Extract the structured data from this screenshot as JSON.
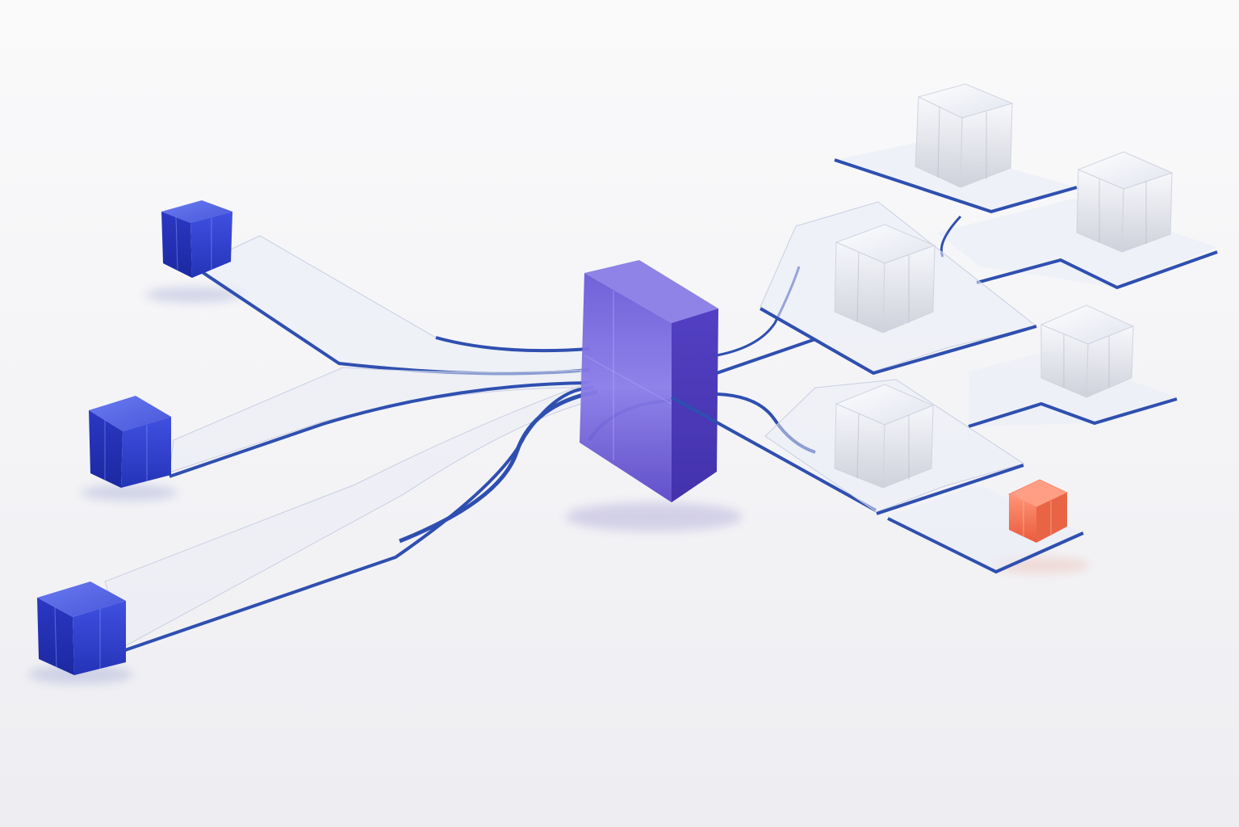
{
  "scene": {
    "colors": {
      "background": "#f4f4f6",
      "edge_blue": "#2f4fb0",
      "source_blue": "#2b3fd0",
      "hub_violet": "#5a48c8",
      "clear_glass": "#eef1f8",
      "alert_orange": "#f0714f"
    },
    "sources": [
      {
        "name": "source-cube-top",
        "color": "source_blue"
      },
      {
        "name": "source-cube-middle",
        "color": "source_blue"
      },
      {
        "name": "source-cube-bottom",
        "color": "source_blue"
      }
    ],
    "hub": {
      "name": "central-hub-block",
      "color": "hub_violet"
    },
    "destinations": [
      {
        "name": "dest-cube-1",
        "color": "clear_glass"
      },
      {
        "name": "dest-cube-2",
        "color": "clear_glass"
      },
      {
        "name": "dest-cube-3",
        "color": "clear_glass"
      },
      {
        "name": "dest-cube-4",
        "color": "clear_glass"
      },
      {
        "name": "dest-cube-5",
        "color": "clear_glass"
      },
      {
        "name": "dest-cube-alert",
        "color": "alert_orange"
      }
    ]
  }
}
